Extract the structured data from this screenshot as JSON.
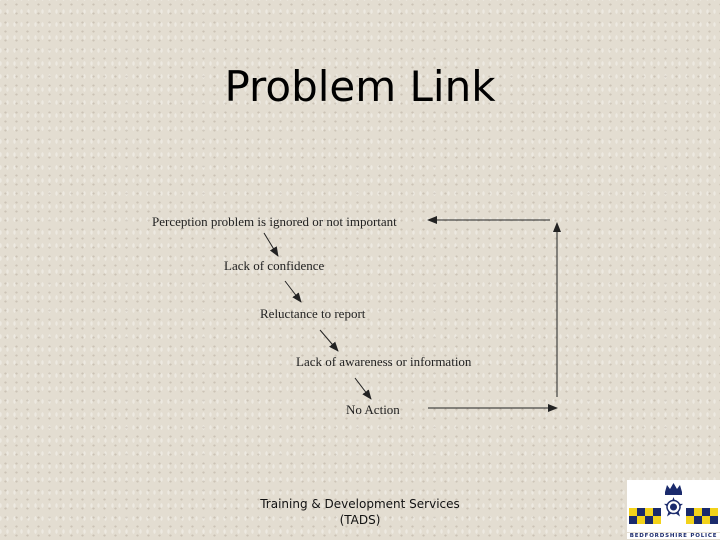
{
  "slide": {
    "title": "Problem Link",
    "footer_line1": "Training & Development Services",
    "footer_line2": "(TADS)"
  },
  "diagram": {
    "steps": [
      "Perception problem is ignored or not important",
      "Lack of confidence",
      "Reluctance to report",
      "Lack of awareness or information",
      "No Action"
    ]
  },
  "logo": {
    "text": "BEDFORDSHIRE POLICE",
    "colors": {
      "yellow": "#f2d21b",
      "blue": "#1a2a6c"
    }
  }
}
